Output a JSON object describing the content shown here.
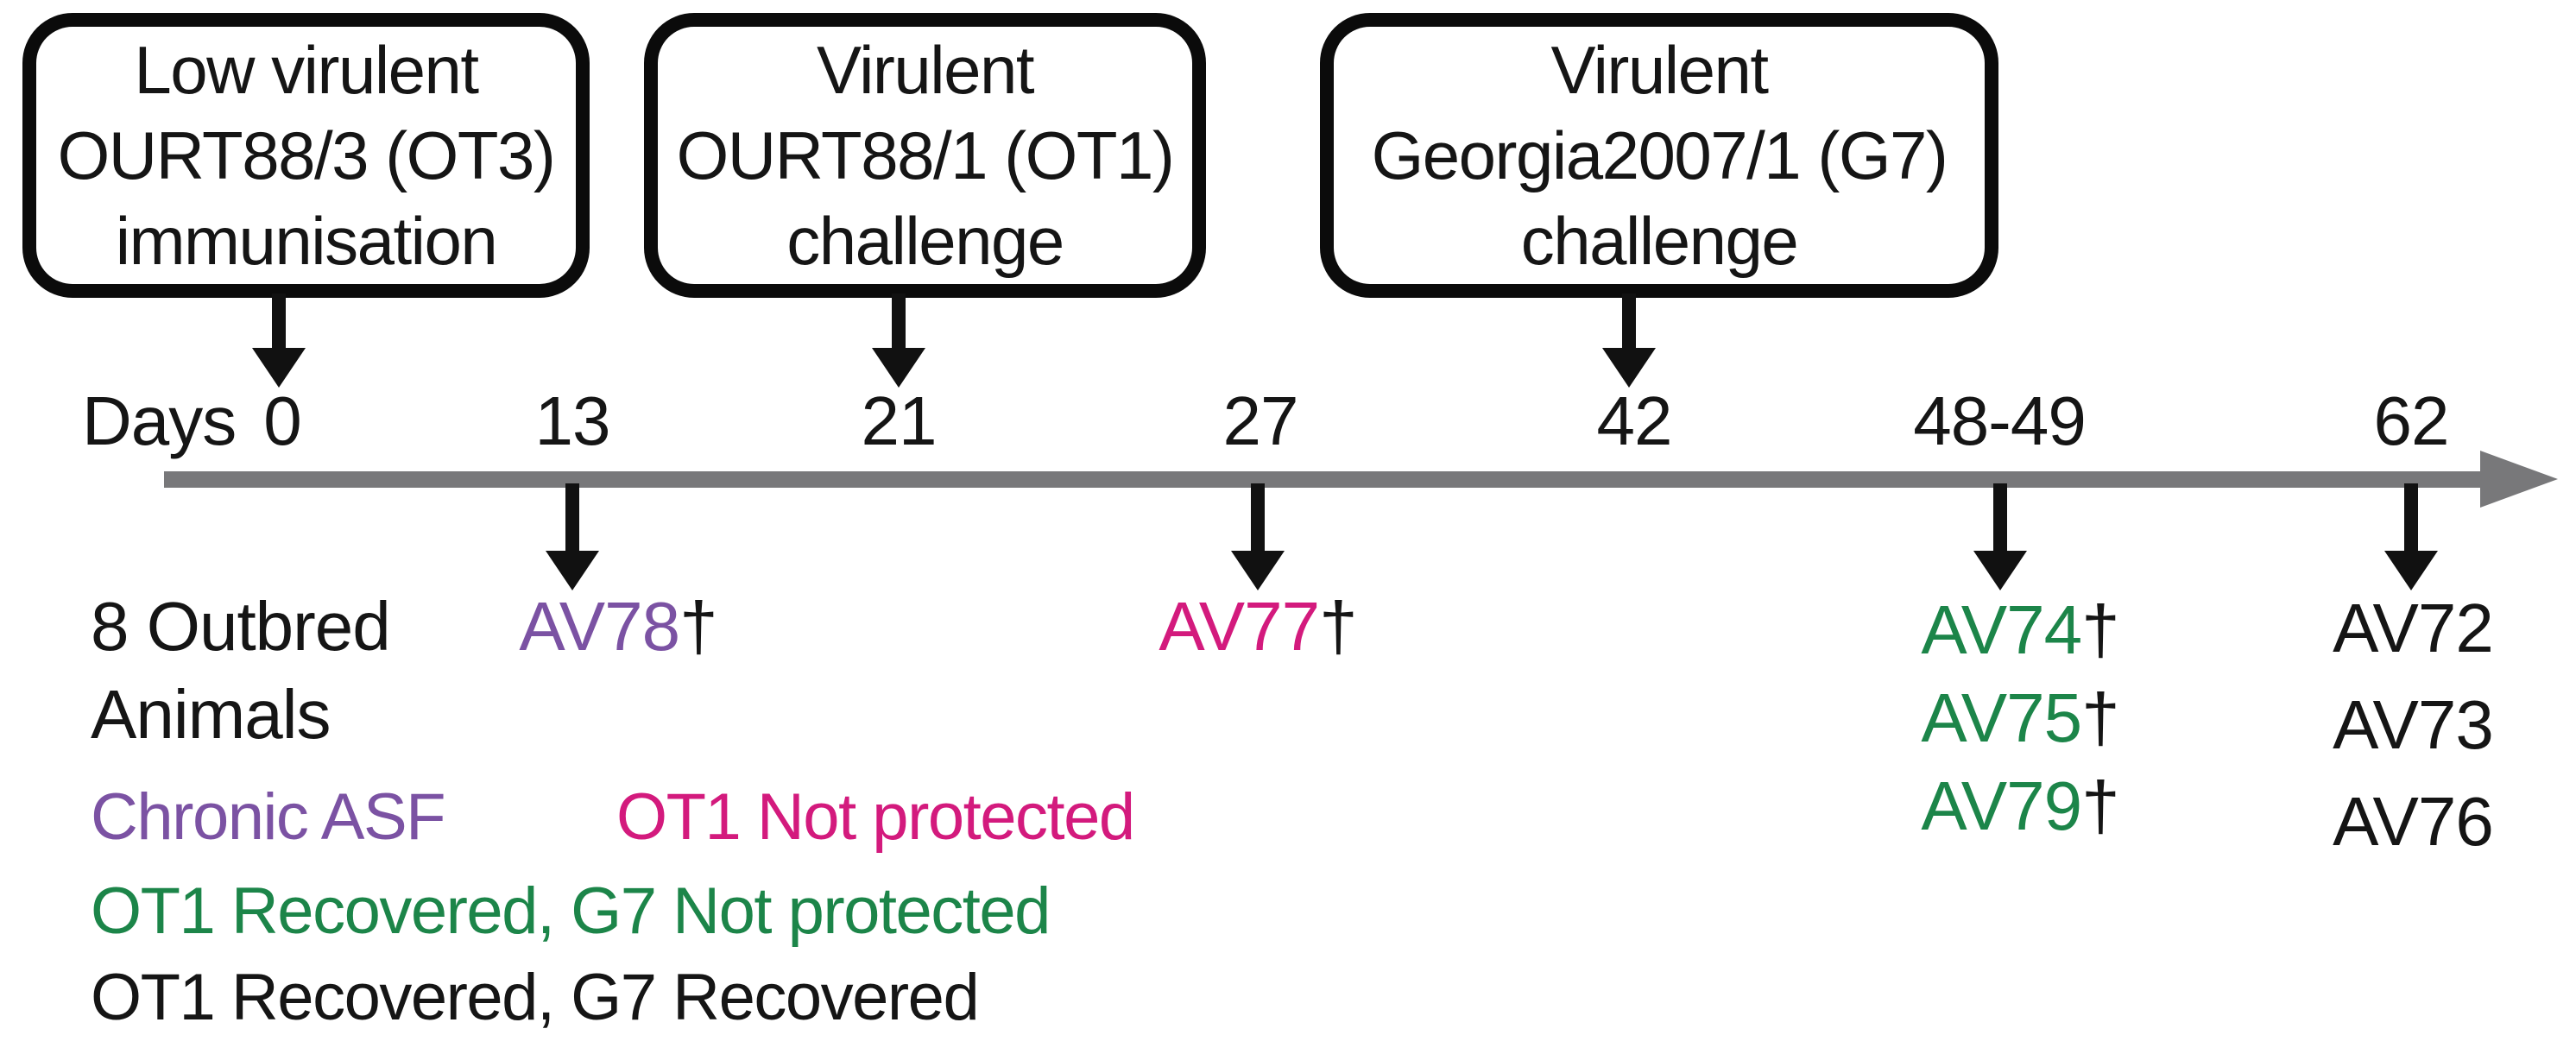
{
  "boxes": [
    {
      "lines": [
        "Low virulent",
        "OURT88/3 (OT3)",
        "immunisation"
      ]
    },
    {
      "lines": [
        "Virulent",
        "OURT88/1 (OT1)",
        "challenge"
      ]
    },
    {
      "lines": [
        "Virulent",
        "Georgia2007/1 (G7)",
        "challenge"
      ]
    }
  ],
  "timeline": {
    "axis_label": "Days",
    "days": [
      "0",
      "13",
      "21",
      "27",
      "42",
      "48-49",
      "62"
    ]
  },
  "cohort": {
    "lines": [
      "8 Outbred",
      "Animals"
    ]
  },
  "symbols": {
    "dagger": "†"
  },
  "animal_groups": [
    {
      "day": "13",
      "color": "#7B52A3",
      "animals": [
        {
          "id": "AV78",
          "dagger": true
        }
      ]
    },
    {
      "day": "27",
      "color": "#D31A7D",
      "animals": [
        {
          "id": "AV77",
          "dagger": true
        }
      ]
    },
    {
      "day": "48-49",
      "color": "#1C8549",
      "animals": [
        {
          "id": "AV74",
          "dagger": true
        },
        {
          "id": "AV75",
          "dagger": true
        },
        {
          "id": "AV79",
          "dagger": true
        }
      ]
    },
    {
      "day": "62",
      "color": "#151515",
      "animals": [
        {
          "id": "AV72",
          "dagger": false
        },
        {
          "id": "AV73",
          "dagger": false
        },
        {
          "id": "AV76",
          "dagger": false
        }
      ]
    }
  ],
  "legend": [
    {
      "label": "Chronic ASF",
      "color": "#7B52A3"
    },
    {
      "label": "OT1 Not protected",
      "color": "#D31A7D"
    },
    {
      "label": "OT1 Recovered, G7 Not protected",
      "color": "#1C8549"
    },
    {
      "label": "OT1 Recovered, G7 Recovered",
      "color": "#151515"
    }
  ],
  "colors": {
    "timeline_bar": "#78787A",
    "arrow": "#111111",
    "box_border": "#0B0B0B",
    "background": "#FFFFFF"
  }
}
